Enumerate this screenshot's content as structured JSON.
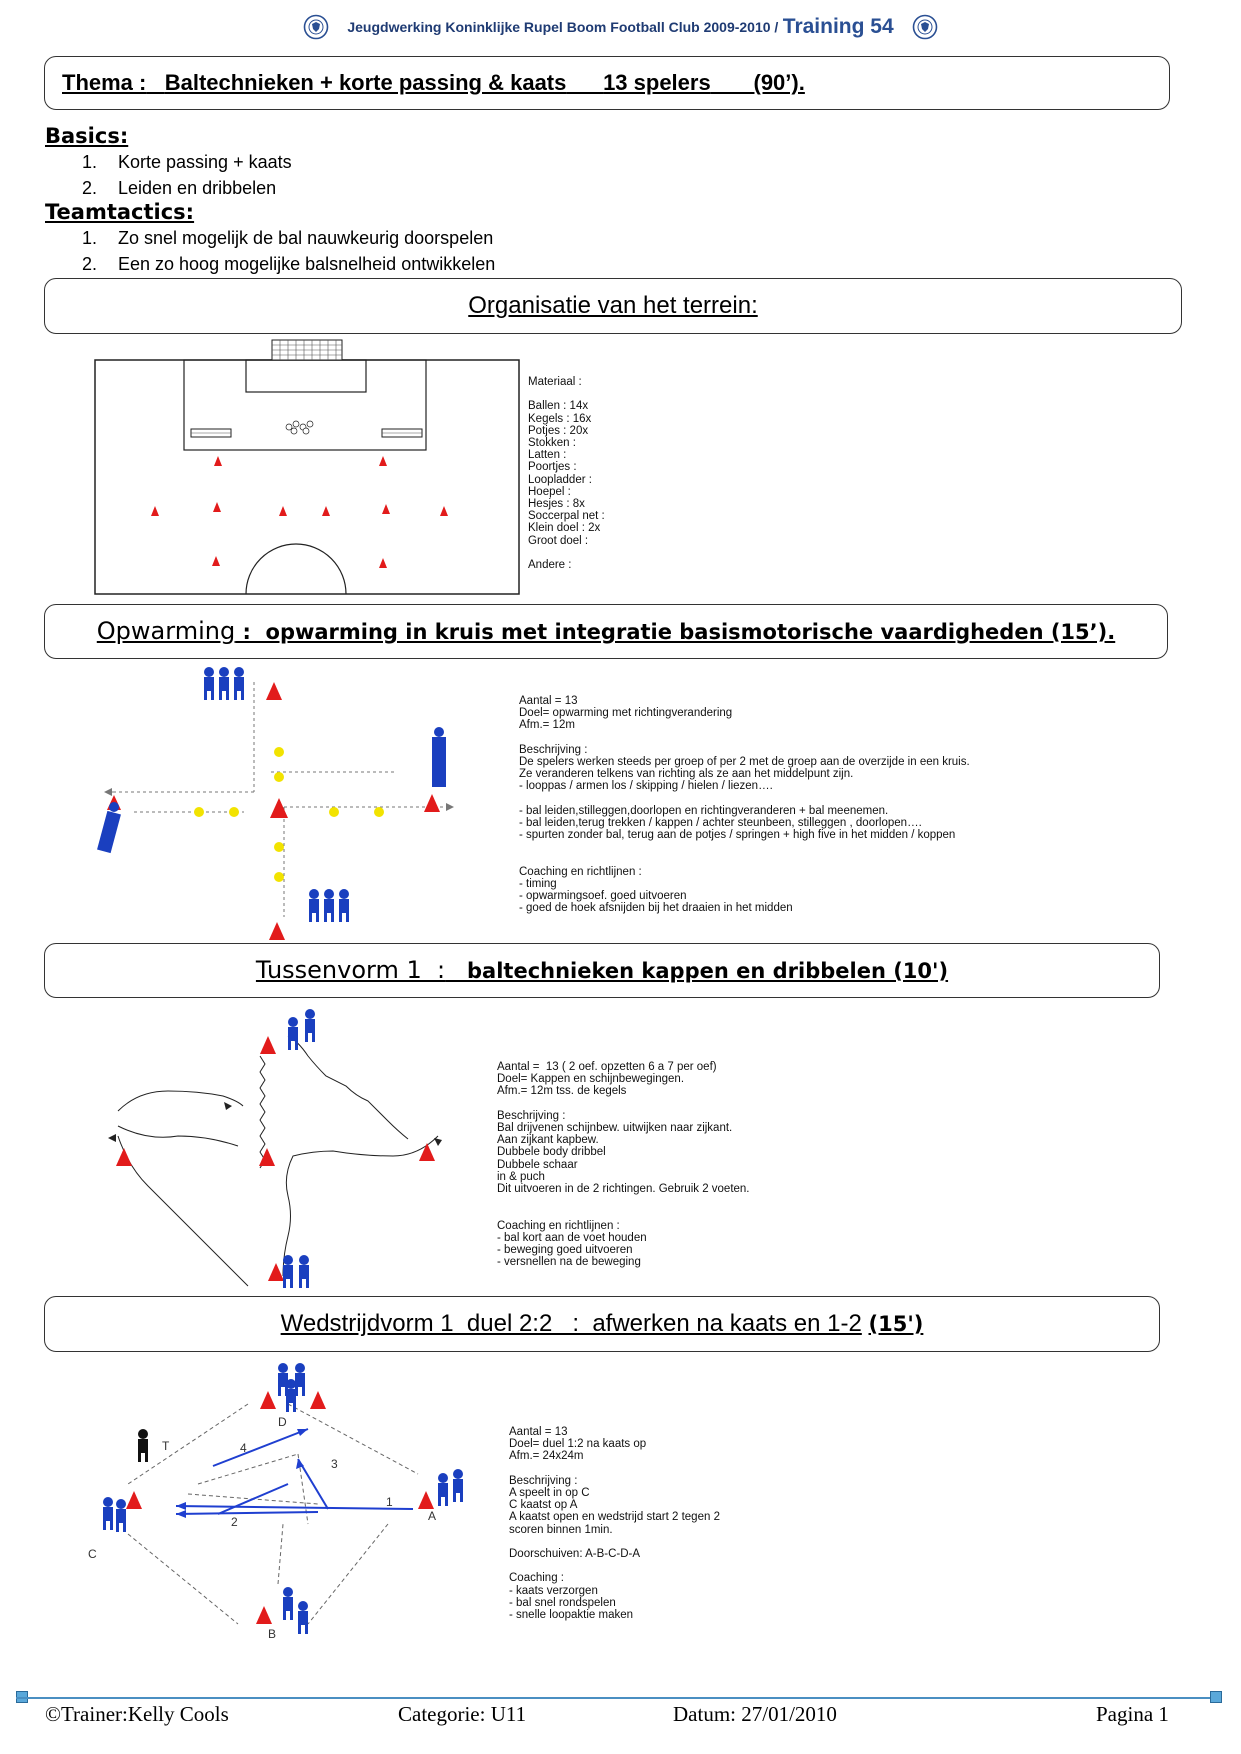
{
  "header": {
    "club": "Jeugdwerking Koninklijke Rupel Boom Football Club 2009-2010 /",
    "training": "Training 54"
  },
  "thema": {
    "label": "Thema :",
    "subject": "Baltechnieken + korte passing & kaats",
    "players": "13 spelers",
    "duration": "(90’)."
  },
  "basics": {
    "title": "Basics:",
    "items": [
      {
        "num": "1.",
        "text": "Korte passing + kaats"
      },
      {
        "num": "2.",
        "text": "Leiden en dribbelen"
      }
    ]
  },
  "teamtactics": {
    "title": "Teamtactics:",
    "items": [
      {
        "num": "1.",
        "text": "Zo snel mogelijk de bal nauwkeurig doorspelen"
      },
      {
        "num": "2.",
        "text": "Een zo hoog mogelijke balsnelheid ontwikkelen"
      }
    ]
  },
  "organisatie": {
    "title": "Organisatie van het terrein:",
    "materiaal": "Materiaal :\n\nBallen : 14x\nKegels : 16x\nPotjes : 20x\nStokken :\nLatten :\nPoortjes :\nLoopladder :\nHoepel :\nHesjes : 8x\nSoccerpal net :\nKlein doel : 2x\nGroot doel :\n\nAndere :"
  },
  "opwarming": {
    "title": "Opwarming",
    "subtitle": " :  opwarming in kruis met integratie basismotorische vaardigheden (15’).",
    "info": "Aantal = 13\nDoel= opwarming met richtingverandering\nAfm.= 12m\n\nBeschrijving :\nDe spelers werken steeds per groep of per 2 met de groep aan de overzijde in een kruis.\nZe veranderen telkens van richting als ze aan het middelpunt zijn.\n- looppas / armen los / skipping / hielen / liezen….\n\n- bal leiden,stilleggen,doorlopen en richtingveranderen + bal meenemen.\n- bal leiden,terug trekken / kappen / achter steunbeen, stilleggen , doorlopen….\n- spurten zonder bal, terug aan de potjes / springen + high five in het midden / koppen\n\n\nCoaching en richtlijnen :\n- timing\n- opwarmingsoef. goed uitvoeren\n- goed de hoek afsnijden bij het draaien in het midden"
  },
  "tussenvorm": {
    "title": "Tussenvorm 1  :",
    "subtitle": "   baltechnieken kappen en dribbelen (10')",
    "info": "Aantal =  13 ( 2 oef. opzetten 6 a 7 per oef)\nDoel= Kappen en schijnbewegingen.\nAfm.= 12m tss. de kegels\n\nBeschrijving :\nBal drijvenen schijnbew. uitwijken naar zijkant.\nAan zijkant kapbew.\nDubbele body dribbel\nDubbele schaar\nin & puch\nDit uitvoeren in de 2 richtingen. Gebruik 2 voeten.\n\n\nCoaching en richtlijnen :\n- bal kort aan de voet houden\n- beweging goed uitvoeren\n- versnellen na de beweging"
  },
  "wedstrijdvorm": {
    "title": "Wedstrijdvorm 1  duel 2:2   :  afwerken na kaats en 1-2",
    "duration": "(15')",
    "info": "Aantal = 13\nDoel= duel 1:2 na kaats op\nAfm.= 24x24m\n\nBeschrijving :\nA speelt in op C\nC kaatst op A\nA kaatst open en wedstrijd start 2 tegen 2\nscoren binnen 1min.\n\nDoorschuiven: A-B-C-D-A\n\nCoaching :\n- kaats verzorgen\n- bal snel rondspelen\n- snelle loopaktie maken",
    "labels": {
      "a": "A",
      "b": "B",
      "c": "C",
      "d": "D",
      "t": "T",
      "p1": "1",
      "p2": "2",
      "p3": "3",
      "p4": "4"
    }
  },
  "footer": {
    "trainer": "©Trainer:Kelly Cools",
    "categorie": "Categorie:  U11",
    "datum": "Datum: 27/01/2010",
    "pagina": "Pagina 1"
  },
  "colors": {
    "cone": "#e21b1b",
    "player": "#1a3fbf",
    "dot": "#f2e300",
    "arrow": "#1f3fd0",
    "title": "#1f3b73"
  }
}
